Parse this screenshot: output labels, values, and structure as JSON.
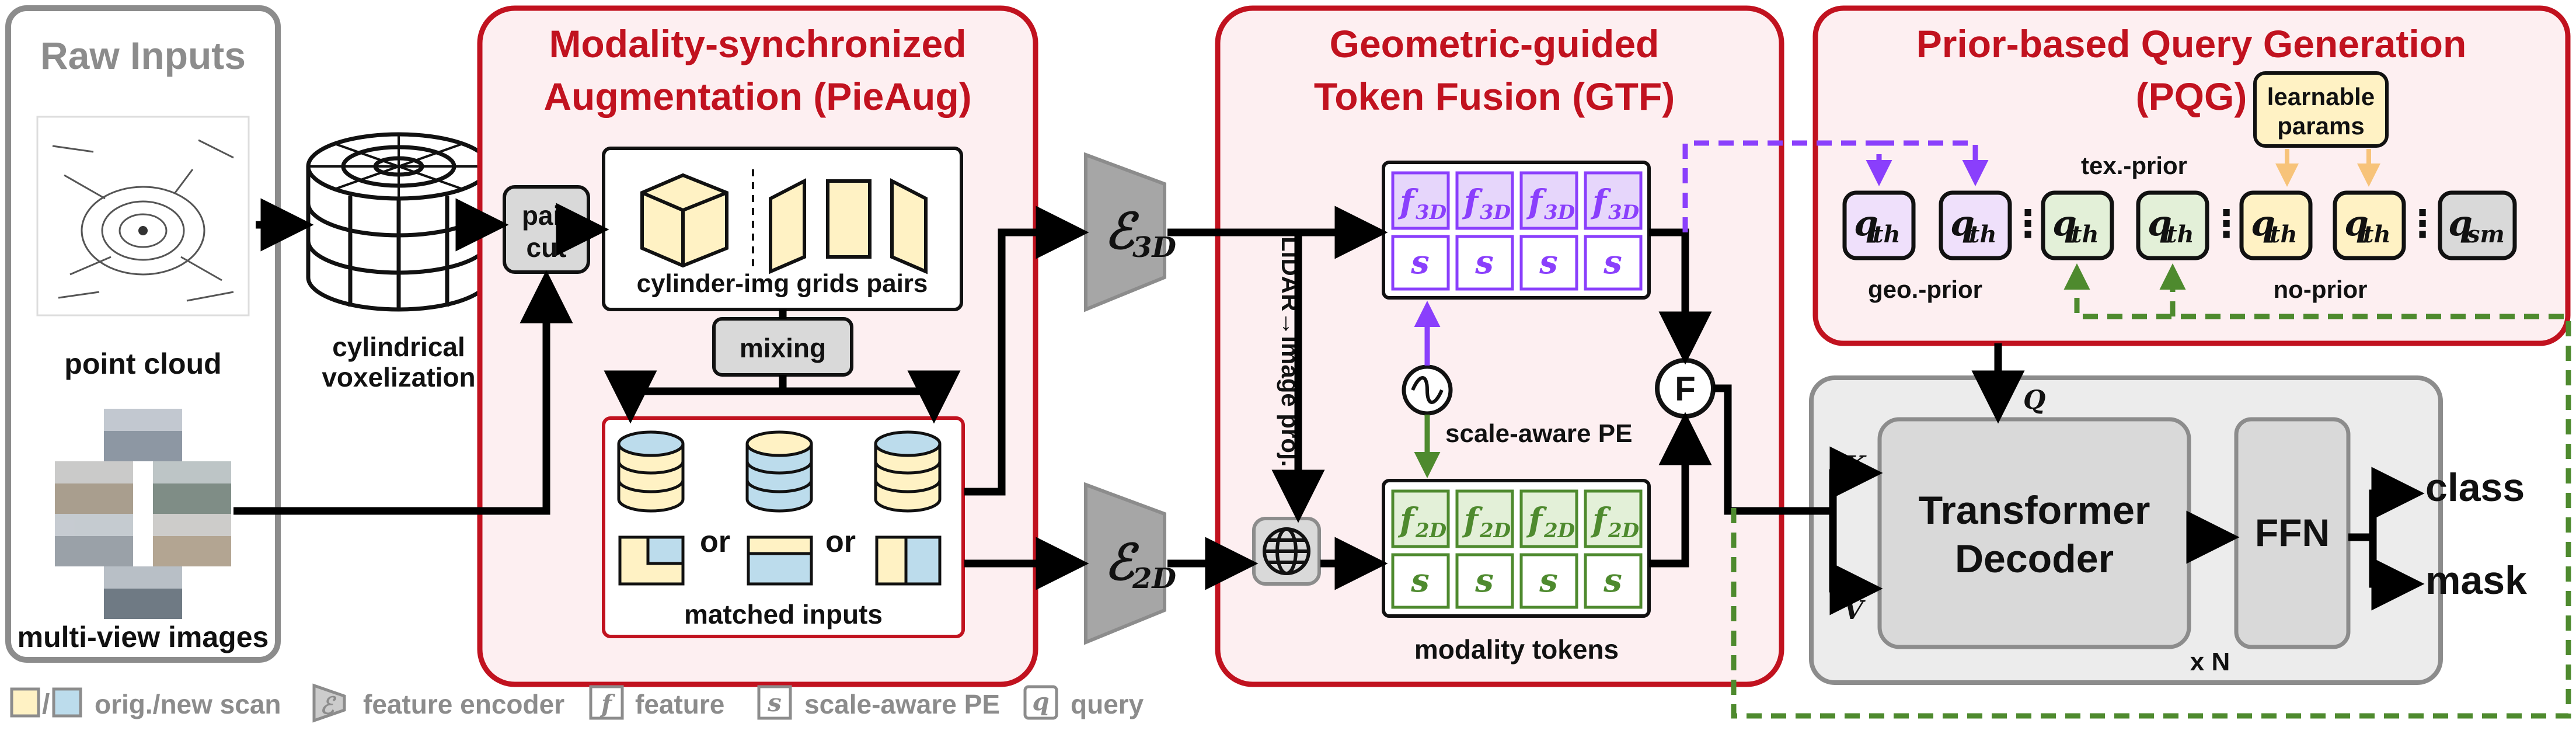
{
  "colors": {
    "red": "#c1121f",
    "pink_fill": "#fdeff1",
    "gray_frame": "#8c8c8c",
    "gray_block": "#d9d9d9",
    "purple": "#8a3ffc",
    "green": "#4e8a2e",
    "yellow": "#fff2c4",
    "blue": "#bcdcec",
    "orange": "#f7c37a"
  },
  "raw_inputs": {
    "title": "Raw Inputs",
    "point_cloud_label": "point cloud",
    "images_label": "multi-view images"
  },
  "voxel": {
    "label_1": "cylindrical",
    "label_2": "voxelization"
  },
  "pieaug": {
    "title_1": "Modality-synchronized",
    "title_2": "Augmentation (PieAug)",
    "pair_cut_1": "pair",
    "pair_cut_2": "cut",
    "grid_pairs_label": "cylinder-img grids pairs",
    "mixing_label": "mixing",
    "or_label": "or",
    "matched_label": "matched inputs"
  },
  "encoders": {
    "e3d_main": "ℰ",
    "e3d_sub": "3D",
    "e2d_main": "ℰ",
    "e2d_sub": "2D"
  },
  "gtf": {
    "title_1": "Geometric-guided",
    "title_2": "Token Fusion (GTF)",
    "f_main": "f",
    "f3d_sub": "3D",
    "f2d_sub": "2D",
    "s_token": "s",
    "proj_label": "LiDAR→image proj.",
    "scale_pe_label": "scale-aware PE",
    "tokens_label": "modality tokens",
    "fuse_symbol": "F"
  },
  "pqg": {
    "title_1": "Prior-based Query Generation",
    "title_2": "(PQG)",
    "learnable_1": "learnable",
    "learnable_2": "params",
    "q_main": "q",
    "q_th_sub": "th",
    "q_sm_sub": "sm",
    "geo_label": "geo.-prior",
    "tex_label": "tex.-prior",
    "no_label": "no-prior",
    "dots": "⋮"
  },
  "decoder": {
    "q_label": "Q",
    "k_label": "K",
    "v_label": "V",
    "transformer_1": "Transformer",
    "transformer_2": "Decoder",
    "ffn_label": "FFN",
    "class_label": "class",
    "mask_label": "mask",
    "repeat_label": "x N"
  },
  "legend": {
    "slash": "/",
    "scan_label": "orig./new scan",
    "enc_symbol": "ℰ",
    "enc_label": "feature encoder",
    "f_symbol": "f",
    "f_label": "feature",
    "s_symbol": "s",
    "s_label": "scale-aware PE",
    "q_symbol": "q",
    "q_label": "query"
  }
}
